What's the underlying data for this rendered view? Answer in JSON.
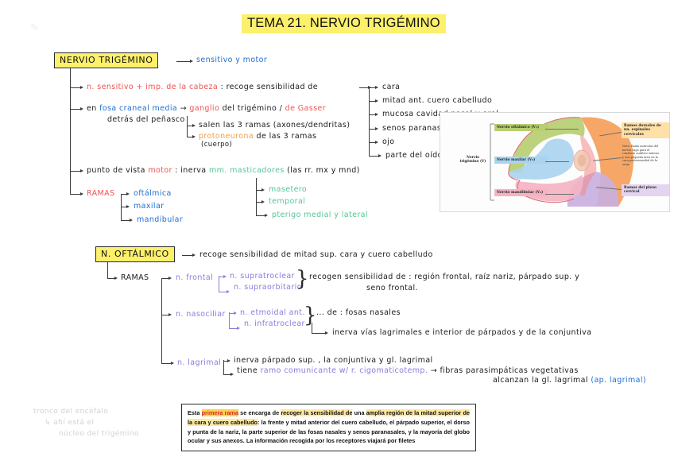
{
  "page": {
    "title": "TEMA 21. NERVIO TRIGÉMINO",
    "watermark": "✎"
  },
  "section1": {
    "box_label": "NERVIO TRIGÉMINO",
    "box_note": "sensitivo y motor",
    "line_sensitivo_red": "n. sensitivo + imp. de la cabeza",
    "line_sensitivo_rest": ": recoge sensibilidad de",
    "sensitivo_list": [
      "cara",
      "mitad ant. cuero cabelludo",
      "mucosa cavidad nasal y oral",
      "senos paranasales",
      "ojo",
      "parte del oído"
    ],
    "line_fosa_pre": "en",
    "line_fosa_blue": "fosa craneal media",
    "line_fosa_arrow": "→",
    "line_ganglio_red": "ganglio",
    "line_ganglio_mid": "del trigémino /",
    "line_gasser_red": "de Gasser",
    "line_detras": "detrás del peñasco",
    "ganglio_sub1": "salen las 3 ramas (axones/dendritas)",
    "ganglio_sub2_orange": "protoneurona",
    "ganglio_sub2_rest": "de las 3 ramas",
    "ganglio_sub2_b": "(cuerpo)",
    "line_motor_pre": "punto de vista",
    "line_motor_red": "motor",
    "line_motor_mid": ": inerva",
    "line_motor_green": "mm. masticadores",
    "line_motor_post": "(las rr. mx y mnd)",
    "motor_list": [
      "masetero",
      "temporal",
      "pterigo medial y lateral"
    ],
    "ramas_label": "RAMAS",
    "ramas_list": [
      "oftálmica",
      "maxilar",
      "mandibular"
    ]
  },
  "section2": {
    "box_label": "N. OFTÁLMICO",
    "box_note": "recoge sensibilidad de mitad sup. cara y cuero cabelludo",
    "ramas_label": "RAMAS",
    "branch_frontal": "n. frontal",
    "frontal_sub": [
      "n. supratroclear",
      "n. supraorbitario"
    ],
    "frontal_note_l1": "recogen sensibilidad de : región frontal, raíz nariz, párpado sup. y",
    "frontal_note_l2": "seno frontal.",
    "branch_nasociliar": "n. nasociliar",
    "nasociliar_sub": [
      "n. etmoidal ant.",
      "n. infratroclear"
    ],
    "nasociliar_note": "... de : fosas nasales",
    "nasociliar_note2": "inerva vías lagrimales e interior de párpados y de la conjuntiva",
    "branch_lagrimal": "n. lagrimal",
    "lagrimal_sub1": "inerva párpado sup. , la conjuntiva y gl. lagrimal",
    "lagrimal_sub2_pre": "tiene",
    "lagrimal_sub2_purple": "ramo comunicante w/ r. cigomaticotemp.",
    "lagrimal_sub2_post": "→ fibras parasimpáticas vegetativas",
    "lagrimal_sub3_pre": "alcanzan la gl. lagrimal",
    "lagrimal_sub3_blue": "(ap. lagrimal)"
  },
  "figure": {
    "alt": "dermatomas de la cabeza — ramas del nervio trigémino",
    "side_label_l1": "Nervio",
    "side_label_l2": "trigémino (V)",
    "labels": [
      {
        "text": "Nervio oftálmico (V₁)",
        "color": "#b5cf6b"
      },
      {
        "text": "Nervio maxilar (V₂)",
        "color": "#b8dcf0"
      },
      {
        "text": "Nervio mandibular (V₃)",
        "color": "#f6b8c8"
      }
    ],
    "right_label_1": "Ramos dorsales de nn. espinales cervicales",
    "right_note": "Nota: Ramo auricular del nervio vago para el conducto auditivo externo y una pequeña área en la cara posteromedial de la oreja",
    "right_label_2": "Ramos del plexo cervical"
  },
  "paragraph": {
    "p1a": "Esta ",
    "p1hl": "primera rama",
    "p1b": " se encarga de ",
    "p1hl2": "recoger la sensibilidad de",
    "p1c": " una ",
    "p1hl3": "amplia región de la mitad superior de la cara y cuero cabelludo",
    "p1d": ": la frente y mitad anterior del cuero cabelludo, el párpado superior, el dorso  y punta de la nariz, la parte superior de las fosas nasales y senos paranasales, y la mayoría del globo ocular y sus anexos. La información recogida por los receptores viajará por filetes"
  },
  "pencil": {
    "l1": "tronco del encéfalo",
    "l2": "ahí está el",
    "l3": "núcleo del trigémino"
  },
  "colors": {
    "highlight": "#fdf06a",
    "red": "#ef5350",
    "blue": "#1f6fd0",
    "purple": "#8d7bdc",
    "green": "#56c596",
    "orange": "#f0a04b"
  }
}
